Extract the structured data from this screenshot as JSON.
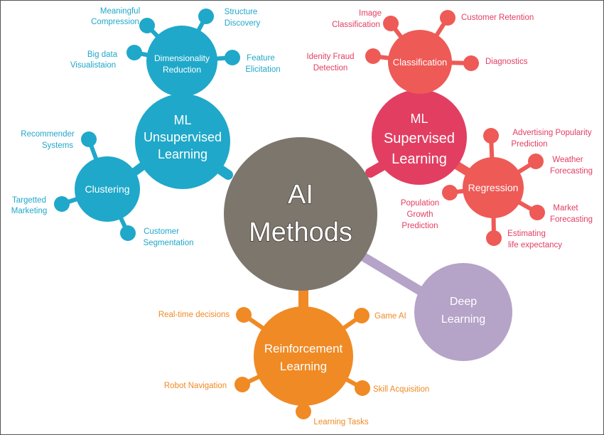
{
  "colors": {
    "center": "#7d766c",
    "unsupervised": "#1fa8c9",
    "supervised": "#e23e62",
    "supervised_sub": "#ee5a56",
    "reinforcement": "#f08a24",
    "deep": "#b5a3c8"
  },
  "center": {
    "line1": "AI",
    "line2": "Methods"
  },
  "unsupervised": {
    "line1": "ML",
    "line2": "Unsupervised",
    "line3": "Learning",
    "dimensionality": {
      "line1": "Dimensionality",
      "line2": "Reduction",
      "leaves": {
        "compression": [
          "Meaningful",
          "Compression"
        ],
        "structure": [
          "Structure",
          "Discovery"
        ],
        "bigdata": [
          "Big data",
          "Visualistaion"
        ],
        "feature": [
          "Feature",
          "Elicitation"
        ]
      }
    },
    "clustering": {
      "label": "Clustering",
      "leaves": {
        "recommender": [
          "Recommender",
          "Systems"
        ],
        "marketing": [
          "Targetted",
          "Marketing"
        ],
        "segmentation": [
          "Customer",
          "Segmentation"
        ]
      }
    }
  },
  "supervised": {
    "line1": "ML",
    "line2": "Supervised",
    "line3": "Learning",
    "classification": {
      "label": "Classification",
      "leaves": {
        "image": [
          "Image",
          "Classification"
        ],
        "retention": "Customer Retention",
        "fraud": [
          "Idenity Fraud",
          "Detection"
        ],
        "diagnostics": "Diagnostics"
      }
    },
    "regression": {
      "label": "Regression",
      "leaves": {
        "advertising": [
          "Advertising Popularity",
          "Prediction"
        ],
        "weather": [
          "Weather",
          "Forecasting"
        ],
        "population": [
          "Population",
          "Growth",
          "Prediction"
        ],
        "market": [
          "Market",
          "Forecasting"
        ],
        "life": [
          "Estimating",
          "life expectancy"
        ]
      }
    }
  },
  "reinforcement": {
    "line1": "Reinforcement",
    "line2": "Learning",
    "leaves": {
      "realtime": "Real-time decisions",
      "gameai": "Game AI",
      "robot": "Robot Navigation",
      "skill": "Skill Acquisition",
      "tasks": "Learning Tasks"
    }
  },
  "deep": {
    "line1": "Deep",
    "line2": "Learning"
  }
}
